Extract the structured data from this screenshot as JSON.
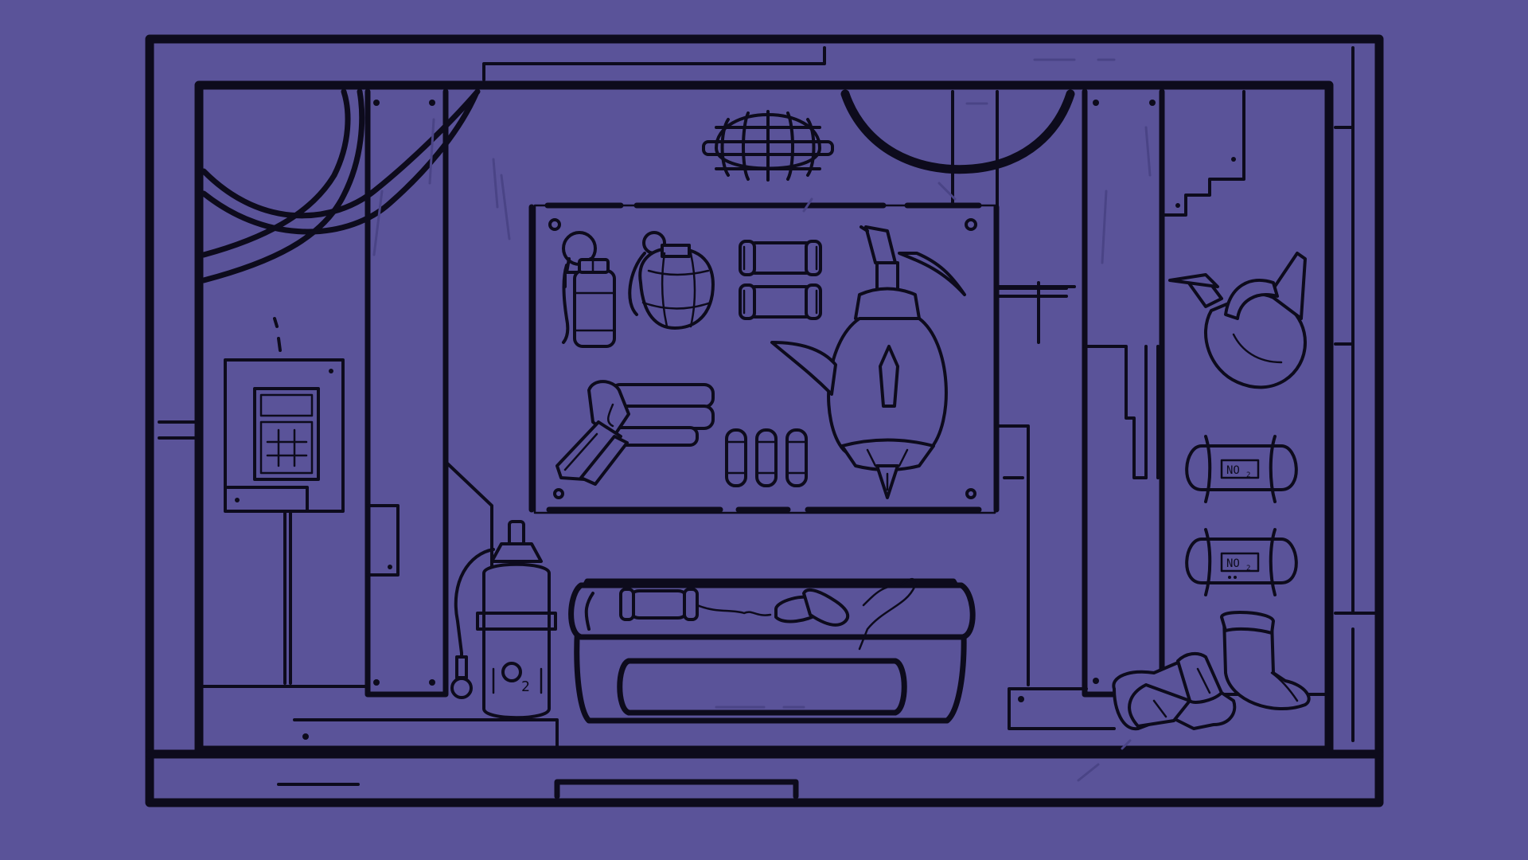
{
  "scene": {
    "background_color": "#5a5399",
    "line_color": "#0d0b1c"
  },
  "labels": {
    "no2_top": "NO",
    "no2_top_sub": "2",
    "no2_bottom": "NO",
    "no2_bottom_sub": "2",
    "o2_main": "O",
    "o2_sub": "2"
  }
}
